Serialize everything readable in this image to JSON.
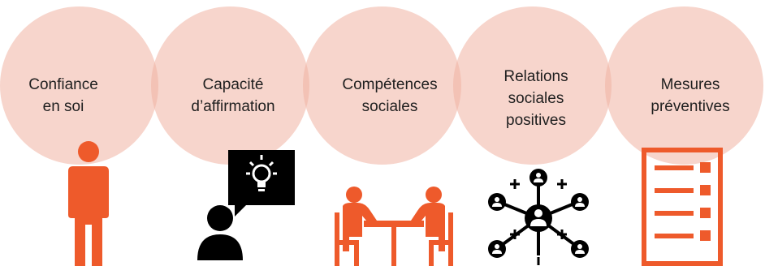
{
  "diagram": {
    "steps": [
      {
        "lines": [
          "Confiance",
          "en soi"
        ],
        "icon": "person-standing-icon"
      },
      {
        "lines": [
          "Capacité",
          "d’affirmation"
        ],
        "icon": "person-speech-lightbulb-icon"
      },
      {
        "lines": [
          "Compétences",
          "sociales"
        ],
        "icon": "people-meeting-table-icon"
      },
      {
        "lines": [
          "Relations",
          "sociales",
          "positives"
        ],
        "icon": "social-network-icon"
      },
      {
        "lines": [
          "Mesures",
          "préventives"
        ],
        "icon": "checklist-icon"
      }
    ],
    "colors": {
      "circle": "#F1B3A2",
      "accent": "#EE5A2B",
      "dark": "#000000",
      "text": "#1F1F1F"
    }
  }
}
